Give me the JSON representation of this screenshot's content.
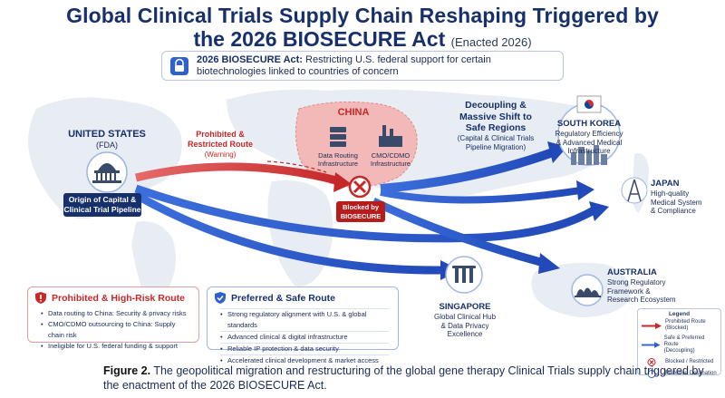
{
  "title": {
    "line1": "Global Clinical Trials Supply Chain Reshaping Triggered by",
    "line2": "the 2026 BIOSECURE Act",
    "enacted": "(Enacted 2026)"
  },
  "banner": {
    "label": "2026 BIOSECURE Act:",
    "text": "Restricting U.S. federal support for certain biotechnologies linked to countries of concern"
  },
  "nodes": {
    "us": {
      "name": "UNITED STATES",
      "sub": "(FDA)",
      "box_line1": "Origin of Capital &",
      "box_line2": "Clinical Trial Pipeline"
    },
    "china": {
      "name": "CHINA",
      "data_line1": "Data Routing",
      "data_line2": "Infrastructure",
      "cmo_line1": "CMO/CDMO",
      "cmo_line2": "Infrastructure"
    },
    "blocked": {
      "line1": "Blocked by",
      "line2": "BIOSECURE Act"
    },
    "prohibited_route": {
      "line1": "Prohibited &",
      "line2": "Restricted Route",
      "line3": "(Warning)"
    },
    "decoupling": {
      "line1": "Decoupling &",
      "line2": "Massive Shift to",
      "line3": "Safe Regions",
      "line4": "(Capital & Clinical Trials",
      "line5": "Pipeline Migration)"
    },
    "korea": {
      "name": "SOUTH KOREA",
      "line1": "Regulatory Efficiency",
      "line2": "& Advanced Medical",
      "line3": "Infrastructure"
    },
    "japan": {
      "name": "JAPAN",
      "line1": "High-quality",
      "line2": "Medical System",
      "line3": "& Compliance"
    },
    "australia": {
      "name": "AUSTRALIA",
      "line1": "Strong Regulatory",
      "line2": "Framework &",
      "line3": "Research Ecosystem"
    },
    "singapore": {
      "name": "SINGAPORE",
      "line1": "Global Clinical Hub",
      "line2": "& Data Privacy",
      "line3": "Excellence"
    }
  },
  "panels": {
    "prohibited": {
      "title": "Prohibited & High-Risk Route",
      "items": [
        "Data routing to China: Security & privacy risks",
        "CMO/CDMO outsourcing to China: Supply chain risk",
        "Ineligible for U.S. federal funding & support"
      ]
    },
    "preferred": {
      "title": "Preferred & Safe Route",
      "items": [
        "Strong regulatory alignment with U.S. & global standards",
        "Advanced clinical & digital infrastructure",
        "Reliable IP protection & data security",
        "Accelerated clinical development & market access"
      ]
    }
  },
  "legend": {
    "title": "Legend",
    "prohibited_line1": "Prohibited Route",
    "prohibited_line2": "(Blocked)",
    "safe_line1": "Safe & Preferred Route",
    "safe_line2": "(Decoupling)",
    "blocked": "Blocked / Restricted",
    "preferred": "Preferred Destination"
  },
  "caption": {
    "label": "Figure 2.",
    "text": "The geopolitical migration and restructuring of the global gene therapy Clinical Trials supply chain triggered by the enactment of the 2026 BIOSECURE Act."
  },
  "colors": {
    "navy": "#17306b",
    "red": "#c62828",
    "blue": "#2f5fd0",
    "china_fill": "#f3b8b8"
  }
}
